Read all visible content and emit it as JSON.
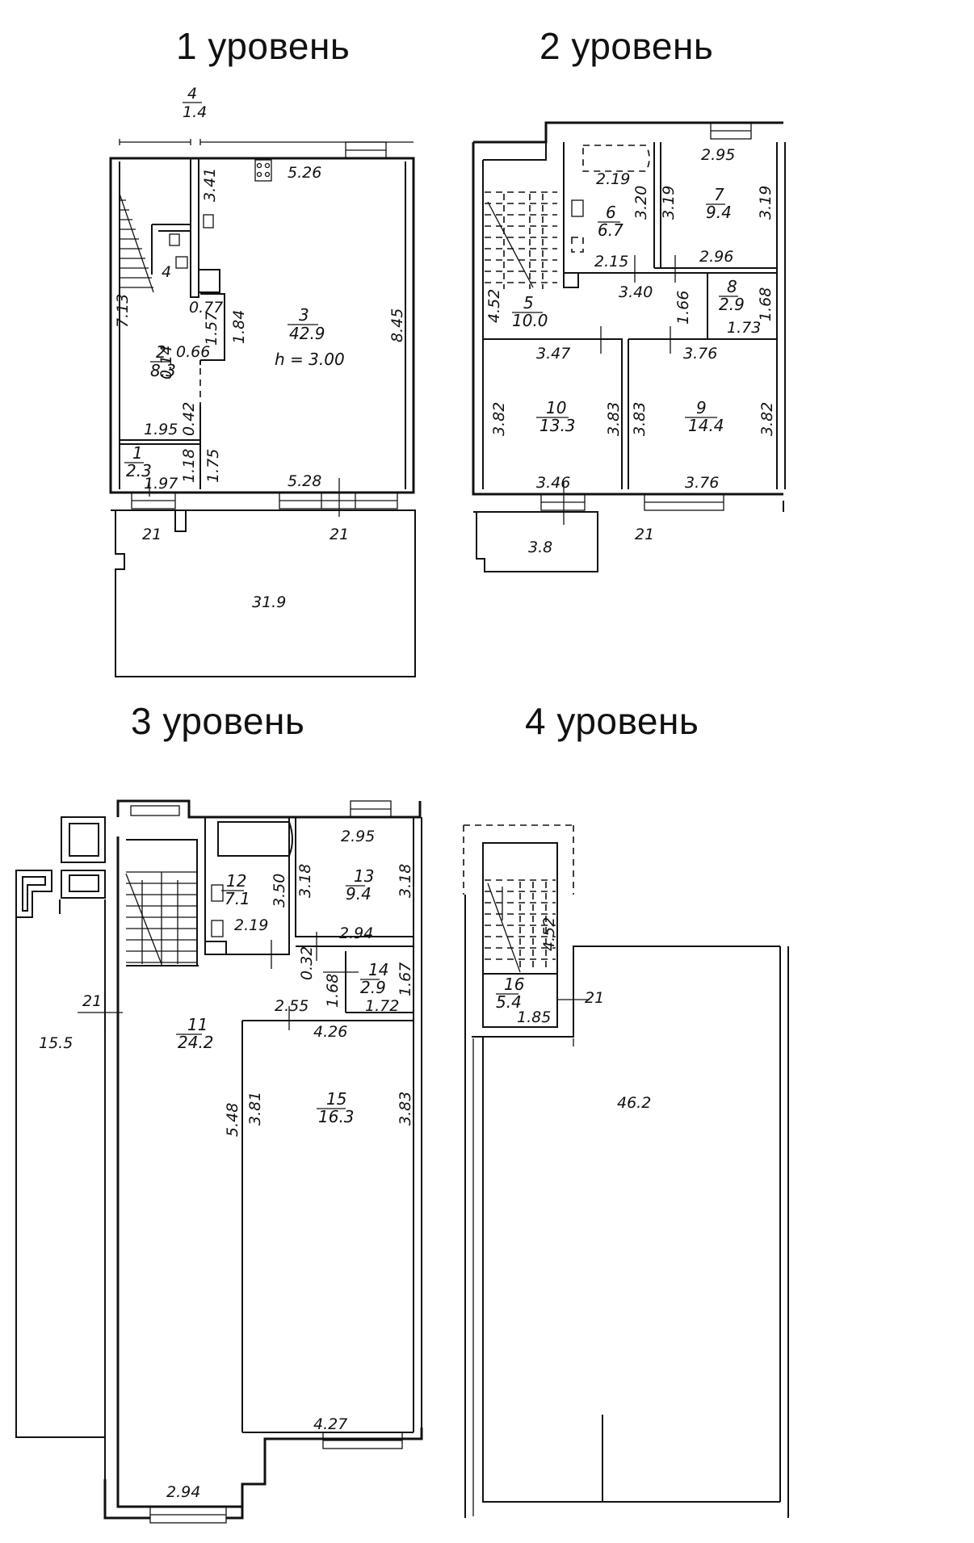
{
  "levels": [
    {
      "title": "1 уровень"
    },
    {
      "title": "2 уровень"
    },
    {
      "title": "3 уровень"
    },
    {
      "title": "4 уровень"
    }
  ],
  "plan1": {
    "top_room_num": "4",
    "top_room_area": "1.4",
    "d_526": "5.26",
    "d_341": "3.41",
    "d_713": "7.13",
    "room4_num": "4",
    "d_077": "0.77",
    "d_157": "1.57",
    "d_184": "1.84",
    "d_066": "0.66",
    "d_014": "0.14",
    "room3_num": "3",
    "room3_area": "42.9",
    "height": "h = 3.00",
    "d_845": "8.45",
    "room2_num": "2",
    "room2_area": "8.3",
    "d_042": "0.42",
    "d_195": "1.95",
    "room1_num": "1",
    "room1_area": "2.3",
    "d_118": "1.18",
    "d_175": "1.75",
    "d_197": "1.97",
    "d_528": "5.28",
    "w21a": "21",
    "w21b": "21",
    "terrace": "31.9"
  },
  "plan2": {
    "d_219": "2.19",
    "d_295": "2.95",
    "room6_num": "6",
    "room6_area": "6.7",
    "d_320": "3.20",
    "room7_num": "7",
    "room7_area": "9.4",
    "d_319a": "3.19",
    "d_319b": "3.19",
    "d_215": "2.15",
    "d_296": "2.96",
    "d_340": "3.40",
    "d_166": "1.66",
    "room8_num": "8",
    "room8_area": "2.9",
    "d_168": "1.68",
    "d_173": "1.73",
    "d_452": "4.52",
    "room5_num": "5",
    "room5_area": "10.0",
    "d_347": "3.47",
    "d_376a": "3.76",
    "d_382a": "3.82",
    "room10_num": "10",
    "room10_area": "13.3",
    "d_383a": "3.83",
    "d_383b": "3.83",
    "room9_num": "9",
    "room9_area": "14.4",
    "d_382b": "3.82",
    "d_346": "3.46",
    "d_376b": "3.76",
    "balcony": "3.8",
    "w21": "21"
  },
  "plan3": {
    "d_295": "2.95",
    "room12_num": "12",
    "room12_area": "7.1",
    "d_350": "3.50",
    "d_318a": "3.18",
    "room13_num": "13",
    "room13_area": "9.4",
    "d_318b": "3.18",
    "d_219": "2.19",
    "d_294a": "2.94",
    "d_032": "0.32",
    "room14_num": "14",
    "room14_area": "2.9",
    "d_168": "1.68",
    "d_167": "1.67",
    "d_172": "1.72",
    "w21": "21",
    "d_255": "2.55",
    "room11_num": "11",
    "room11_area": "24.2",
    "d_426": "4.26",
    "terrace": "15.5",
    "d_381": "3.81",
    "room15_num": "15",
    "room15_area": "16.3",
    "d_383": "3.83",
    "d_548": "5.48",
    "d_427": "4.27",
    "d_294b": "2.94"
  },
  "plan4": {
    "d_452": "4.52",
    "room16_num": "16",
    "room16_area": "5.4",
    "w21": "21",
    "d_185": "1.85",
    "terrace": "46.2"
  }
}
